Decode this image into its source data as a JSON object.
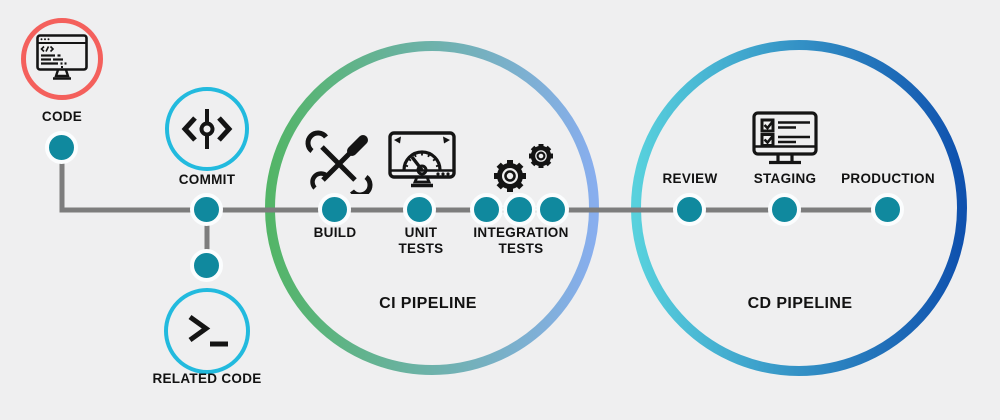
{
  "diagram": {
    "background": "#efeff0",
    "line_color": "#7d7d7d",
    "dot_color": "#10899e",
    "source": {
      "code": {
        "label": "CODE",
        "icon": "code-monitor-icon",
        "ring_color": "#f4605c"
      },
      "commit": {
        "label": "COMMIT",
        "icon": "git-commit-icon",
        "ring_color": "#22bade"
      },
      "related_code": {
        "label": "RELATED CODE",
        "icon": "terminal-icon",
        "ring_color": "#22bade"
      }
    },
    "ci": {
      "label": "CI PIPELINE",
      "gradient": [
        "#53b567",
        "#88aeee"
      ],
      "steps": {
        "build": {
          "label": "BUILD",
          "icon": "tools-icon"
        },
        "unit_tests": {
          "label": "UNIT TESTS",
          "icon": "gauge-monitor-icon"
        },
        "integration_tests": {
          "label": "INTEGRATION TESTS",
          "icon": "gears-icon",
          "dot_count": 3
        }
      }
    },
    "cd": {
      "label": "CD PIPELINE",
      "gradient": [
        "#58d1dd",
        "#0f51ae"
      ],
      "steps": {
        "review": {
          "label": "REVIEW"
        },
        "staging": {
          "label": "STAGING",
          "icon": "checklist-monitor-icon"
        },
        "production": {
          "label": "PRODUCTION"
        }
      }
    }
  }
}
